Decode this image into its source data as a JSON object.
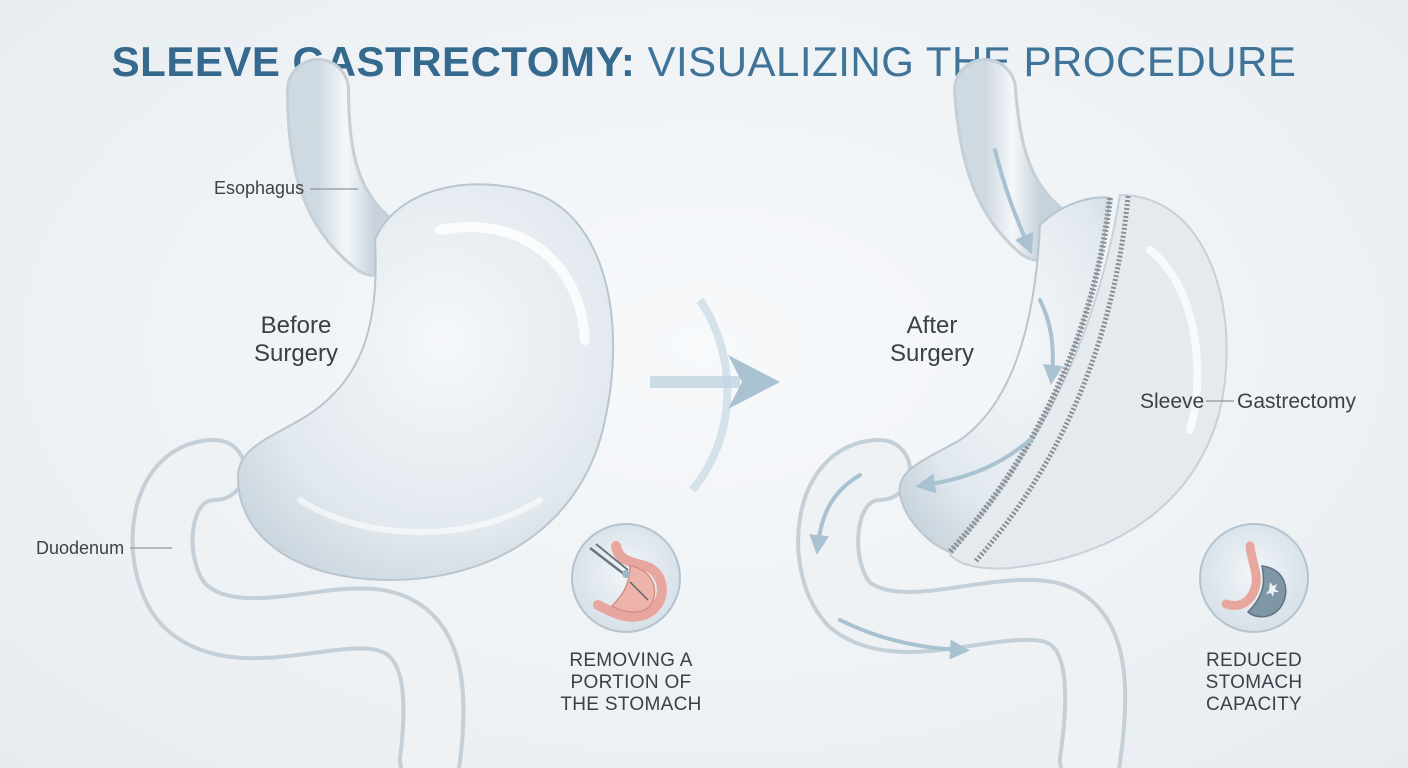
{
  "title": {
    "strong": "SLEEVE GASTRECTOMY:",
    "rest": " VISUALIZING THE PROCEDURE"
  },
  "before": {
    "label_lines": [
      "Before",
      "Surgery"
    ],
    "esophagus_label": "Esophagus",
    "duodenum_label": "Duodenum",
    "caption_lines": [
      "REMOVING A",
      "PORTION OF",
      "THE STOMACH"
    ]
  },
  "after": {
    "label_lines": [
      "After",
      "Surgery"
    ],
    "sleeve_label": "Sleeve",
    "gastrectomy_label": "Gastrectomy",
    "caption_lines": [
      "REDUCED",
      "STOMACH",
      "CAPACITY"
    ]
  },
  "colors": {
    "title": "#35698e",
    "organ_fill": "#dfe6ec",
    "organ_stroke": "#b9c5cf",
    "arrow": "#b9cfdc",
    "tissue_pink": "#e8a79e",
    "staple": "#8a8f94"
  },
  "icons": [
    "scalpel-icon",
    "reduced-stomach-icon",
    "transition-arrow-icon",
    "flow-arrow-icon"
  ]
}
